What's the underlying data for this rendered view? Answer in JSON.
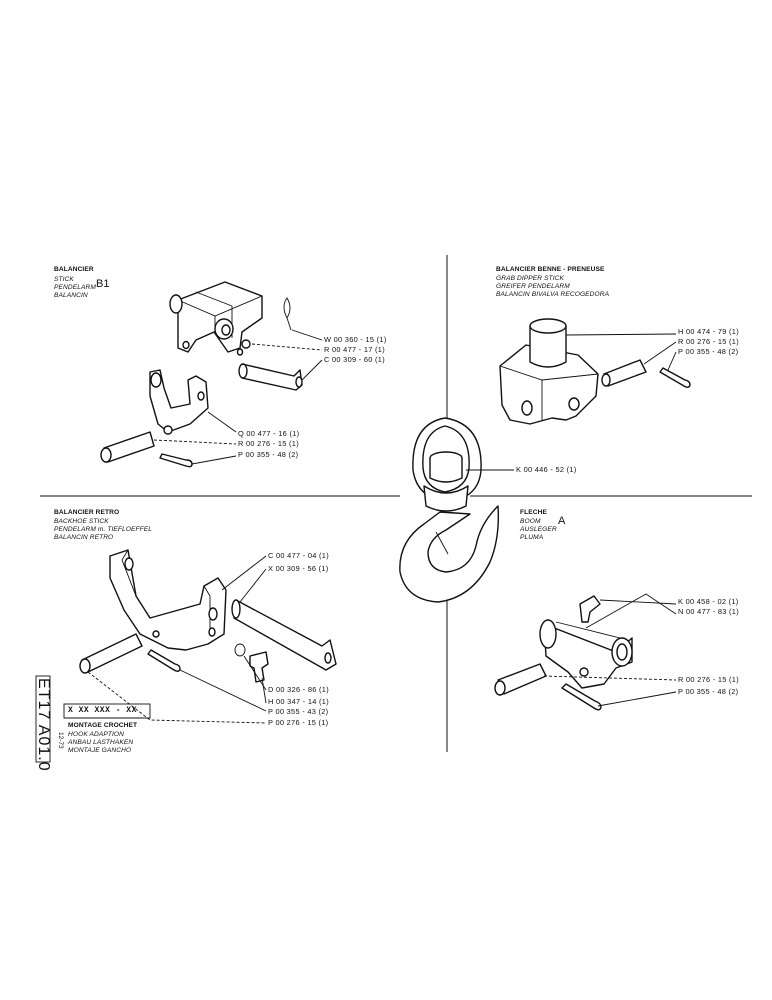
{
  "sections": {
    "stick": {
      "letter": "B1",
      "title": "BALANCIER",
      "lines": [
        "STICK",
        "PENDELARM",
        "BALANCIN"
      ],
      "refs": [
        "W 00 360 - 15 (1)",
        "R 00 477 - 17 (1)",
        "C 00 309 - 60 (1)",
        "Q 00 477 - 16 (1)",
        "R 00 276 - 15 (1)",
        "P 00 355 - 48 (2)"
      ]
    },
    "grab": {
      "title": "BALANCIER BENNE - PRENEUSE",
      "lines": [
        "GRAB DIPPER STICK",
        "GREIFER PENDELARM",
        "BALANCIN BIVALVA RECOGEDORA"
      ],
      "refs": [
        "H 00 474 - 79 (1)",
        "R 00 276 - 15 (1)",
        "P 00 355 - 48 (2)"
      ]
    },
    "hook": {
      "refs": [
        "K 00 446 - 52 (1)"
      ]
    },
    "backhoe": {
      "title": "BALANCIER RETRO",
      "lines": [
        "BACKHOE STICK",
        "PENDELARM m. TIEFLOEFFEL",
        "BALANCIN RETRO"
      ],
      "refs": [
        "C 00 477 - 04 (1)",
        "X 00 309 - 56 (1)",
        "D 00 326 - 86 (1)",
        "H 00 347 - 14 (1)",
        "P 00 355 - 43 (2)",
        "P 00 276 - 15 (1)"
      ]
    },
    "boom": {
      "letter": "A",
      "title": "FLECHE",
      "lines": [
        "BOOM",
        "AUSLEGER",
        "PLUMA"
      ],
      "refs": [
        "K 00 458 - 02 (1)",
        "N 00 477 - 83 (1)",
        "R 00 276 - 15 (1)",
        "P 00 355 - 48 (2)"
      ]
    }
  },
  "title_block": {
    "code": "X XX XXX - XX",
    "title": "MONTAGE CROCHET",
    "lines": [
      "HOOK ADAPTION",
      "ANBAU LASTHAKEN",
      "MONTAJE GANCHO"
    ],
    "sheet_code": "ET17  A01.0",
    "date": "12-73"
  }
}
